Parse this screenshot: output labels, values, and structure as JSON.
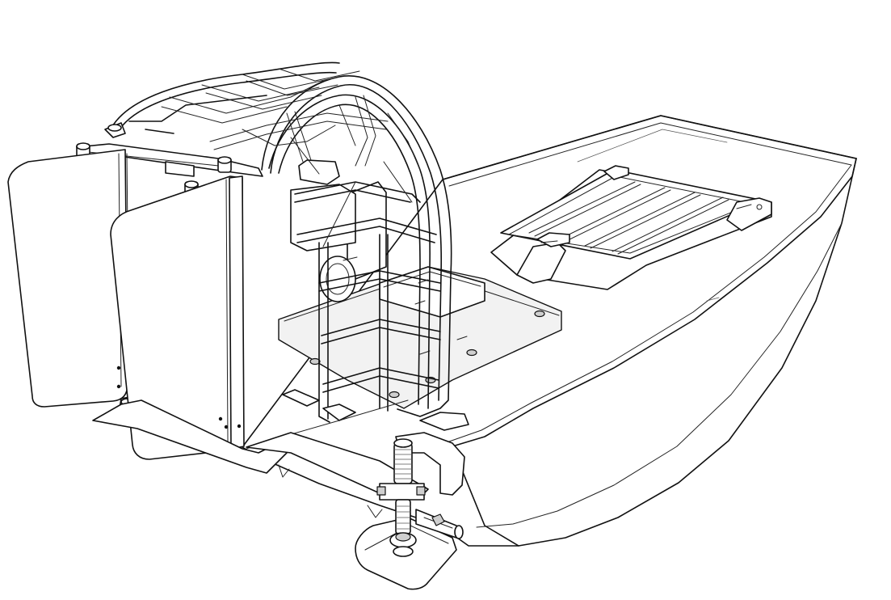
{
  "drawing": {
    "style": "black-and-white line illustration",
    "background_color": "#ffffff",
    "line_color": "#111111",
    "components": [
      "hull",
      "deck-hatch",
      "propeller-cage",
      "motor-mount-plate",
      "rudder-left",
      "rudder-right",
      "rudder-linkage",
      "stern-bracket",
      "adjustment-screw"
    ]
  }
}
